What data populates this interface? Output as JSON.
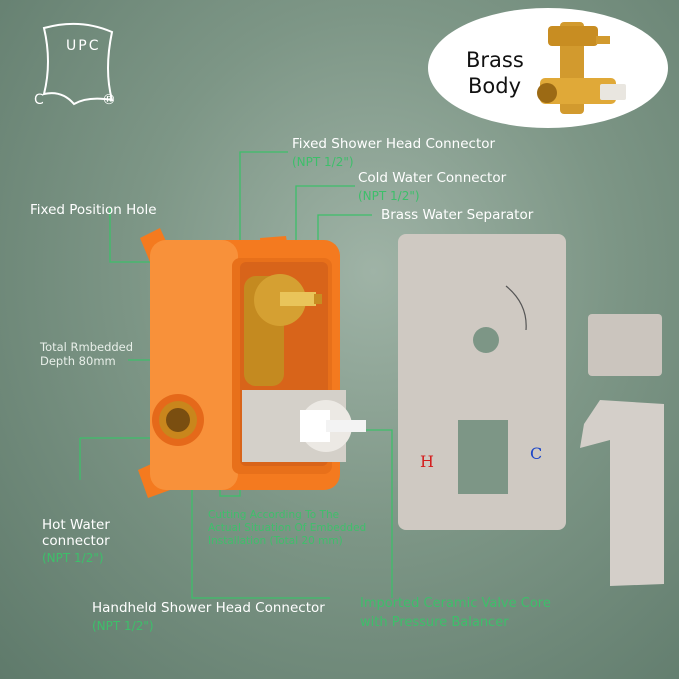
{
  "certification": {
    "mark": "UPC",
    "c": "C",
    "r": "®"
  },
  "inset": {
    "title_line1": "Brass",
    "title_line2": "Body"
  },
  "labels": {
    "fixed_shower_head": "Fixed Shower Head Connector",
    "fixed_shower_head_npt": "(NPT 1/2\")",
    "cold_water": "Cold Water Connector",
    "cold_water_npt": "(NPT 1/2\")",
    "brass_separator": "Brass Water Separator",
    "fixed_position_hole": "Fixed Position Hole",
    "embedded_depth_line1": "Total Rmbedded",
    "embedded_depth_line2": "Depth 80mm",
    "hot_water_line1": "Hot Water",
    "hot_water_line2": "connector",
    "hot_water_npt": "(NPT 1/2\")",
    "cutting_note_line1": "Cutting According To The",
    "cutting_note_line2": "Actual Situation Of Embedded",
    "cutting_note_line3": "Installation (Total 20 mm)",
    "handheld": "Handheld Shower Head Connector",
    "handheld_npt": "(NPT 1/2\")",
    "valve_core_line1": "Imported Ceramic Valve Core",
    "valve_core_line2": "with Pressure Balancer"
  },
  "plate": {
    "hot": "H",
    "cold": "C"
  },
  "colors": {
    "label_green": "#3dbf6a",
    "box_orange": "#f47a1f",
    "nickel": "#cfc9c2"
  }
}
